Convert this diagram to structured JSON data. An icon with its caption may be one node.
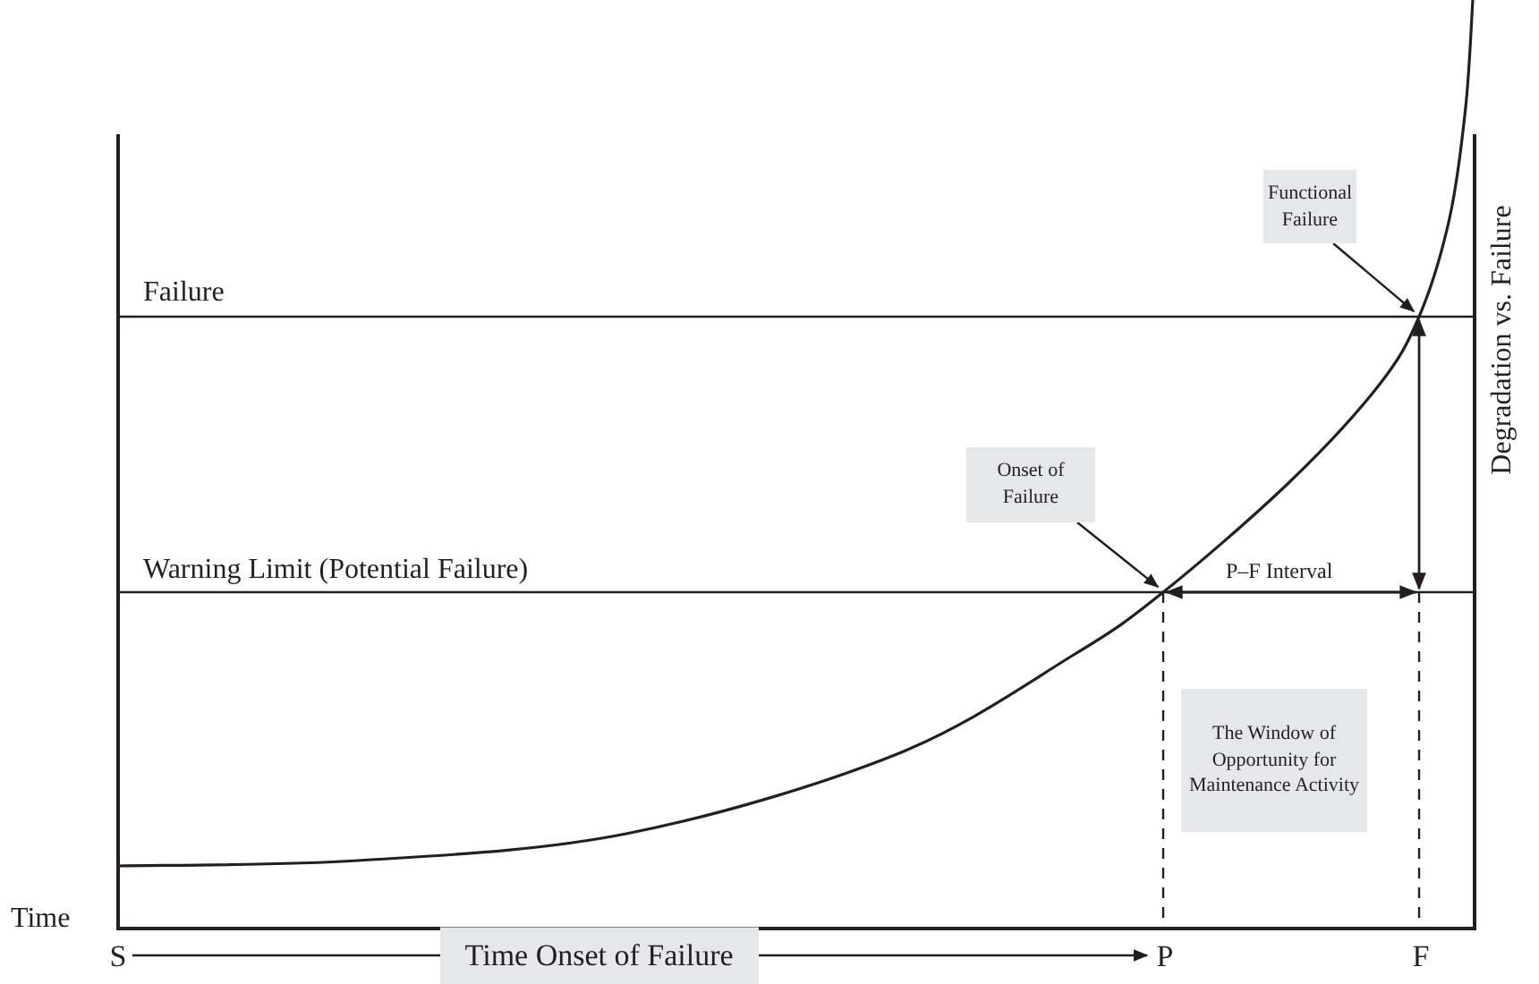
{
  "diagram": {
    "nodes": [
      {
        "text": [
          "Functional Failure"
        ]
      },
      {
        "text": [
          "Onset of Failure"
        ]
      },
      {
        "text": [
          "The Window of Opportunity for Maintenance Activity"
        ]
      },
      {
        "text": [
          "S"
        ]
      },
      {
        "text": [
          "P"
        ]
      },
      {
        "text": [
          "F"
        ]
      }
    ],
    "edges": [
      {
        "from": 0,
        "to": null,
        "arrow": "to"
      },
      {
        "from": 1,
        "to": null,
        "arrow": "to"
      },
      {
        "from": 3,
        "to": 4,
        "arrow": "to",
        "label": "Time Onset of Failure"
      }
    ],
    "labels": [
      "Failure",
      "Warning Limit (Potential Failure)",
      "P–F Interval",
      "Degradation vs. Failure",
      "Time"
    ]
  }
}
